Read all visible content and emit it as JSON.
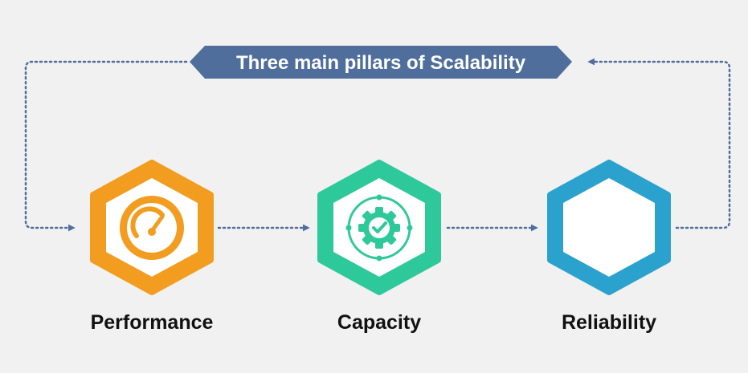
{
  "banner": {
    "title": "Three main pillars of Scalability",
    "color": "#4f6e9c"
  },
  "pillars": [
    {
      "label": "Performance",
      "color": "#f29d1f",
      "icon": "speedometer-icon"
    },
    {
      "label": "Capacity",
      "color": "#2ec99a",
      "icon": "gear-check-icon"
    },
    {
      "label": "Reliability",
      "color": "#2aa2cd",
      "icon": ""
    }
  ],
  "connector_color": "#4f6e9c"
}
